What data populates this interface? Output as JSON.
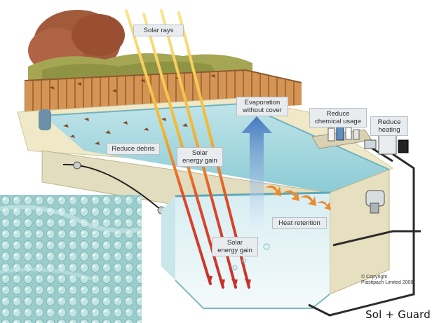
{
  "labels": {
    "solar_rays": "Solar rays",
    "evaporation": "Evaporation\nwithout cover",
    "reduce_chemical": "Reduce\nchemical usage",
    "reduce_heating": "Reduce\nheating",
    "reduce_debris": "Reduce debris",
    "solar_energy_gain_top": "Solar\nenergy gain",
    "heat_retention": "Heat retention",
    "solar_energy_gain_bottom": "Solar\nenergy gain"
  },
  "copyright": "© Copyright\nPlastipach Limited 2008",
  "brand": "Sol + Guard",
  "colors": {
    "water": "#a9dbe3",
    "water_deep": "#7cc3cf",
    "pool_wall": "#e2dcc0",
    "fence": "#c98a4a",
    "tree": "#a0553a",
    "hedge": "#9aa04a",
    "paving": "#ece6c4",
    "ray_yellow": "#f6cf39",
    "ray_red": "#d83227",
    "evap_arrow": "#5b8ec8",
    "heat_arrow": "#e98a2b",
    "bubble_cover": "#9fd3d1"
  }
}
